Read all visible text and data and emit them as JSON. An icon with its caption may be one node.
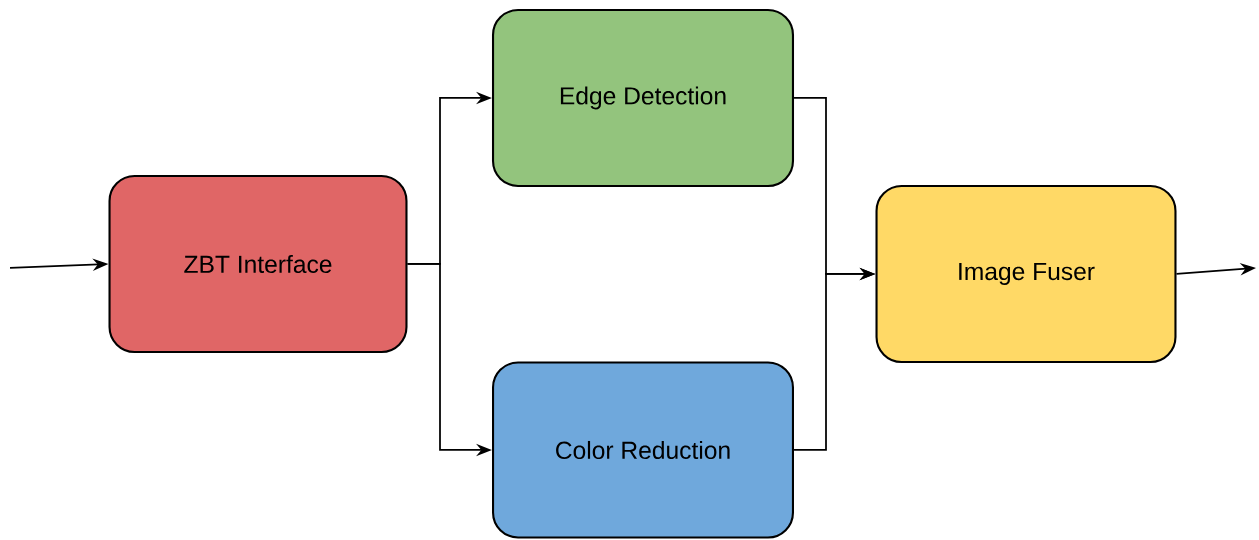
{
  "diagram": {
    "nodes": [
      {
        "text": [
          "ZBT Interface"
        ]
      },
      {
        "text": [
          "Edge Detection"
        ]
      },
      {
        "text": [
          "Color Reduction"
        ]
      },
      {
        "text": [
          "Image Fuser"
        ]
      }
    ],
    "edges": [
      {
        "from": null,
        "to": 0,
        "arrow": "to"
      },
      {
        "from": 0,
        "to": 1,
        "arrow": "to"
      },
      {
        "from": 0,
        "to": 2,
        "arrow": "to"
      },
      {
        "from": 1,
        "to": 3,
        "arrow": "to"
      },
      {
        "from": 2,
        "to": 3,
        "arrow": "to"
      },
      {
        "from": 3,
        "to": null,
        "arrow": "to"
      }
    ]
  }
}
